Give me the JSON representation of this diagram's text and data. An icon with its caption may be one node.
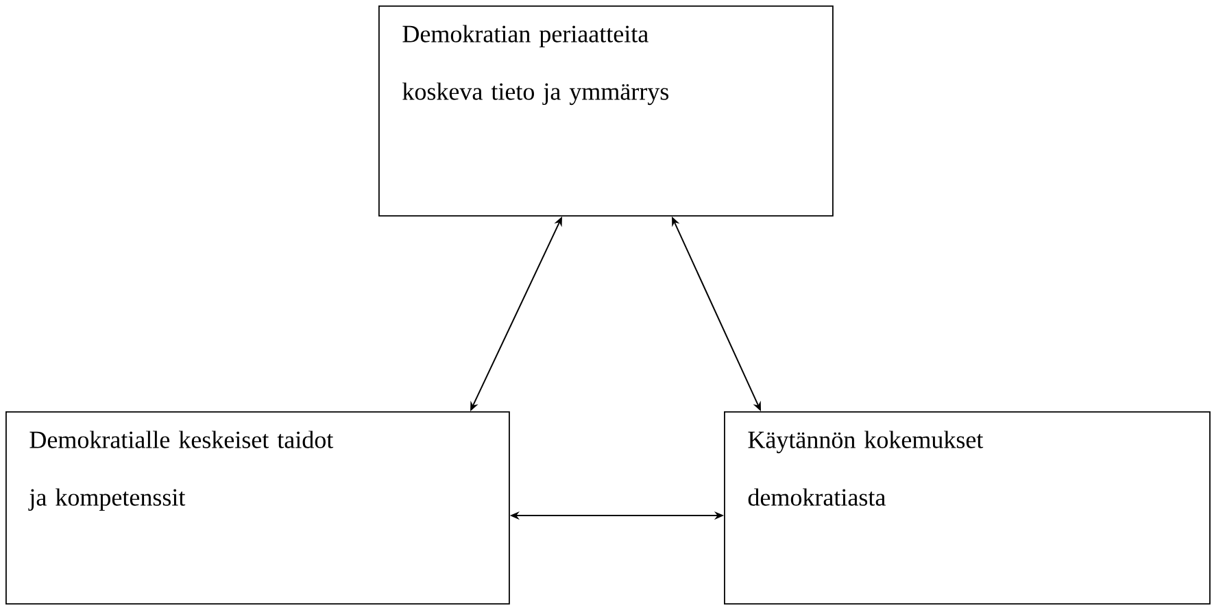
{
  "diagram": {
    "nodes": [
      {
        "text": [
          "Demokratian periaatteita koskeva tieto ja ymmärrys"
        ]
      },
      {
        "text": [
          "Demokratialle keskeiset taidot ja kompetenssit"
        ]
      },
      {
        "text": [
          "Käytännön kokemukset demokratiasta"
        ]
      }
    ],
    "edges": [
      {
        "from": 0,
        "to": 1,
        "arrow": "both"
      },
      {
        "from": 0,
        "to": 2,
        "arrow": "both"
      },
      {
        "from": 1,
        "to": 2,
        "arrow": "both"
      }
    ]
  }
}
